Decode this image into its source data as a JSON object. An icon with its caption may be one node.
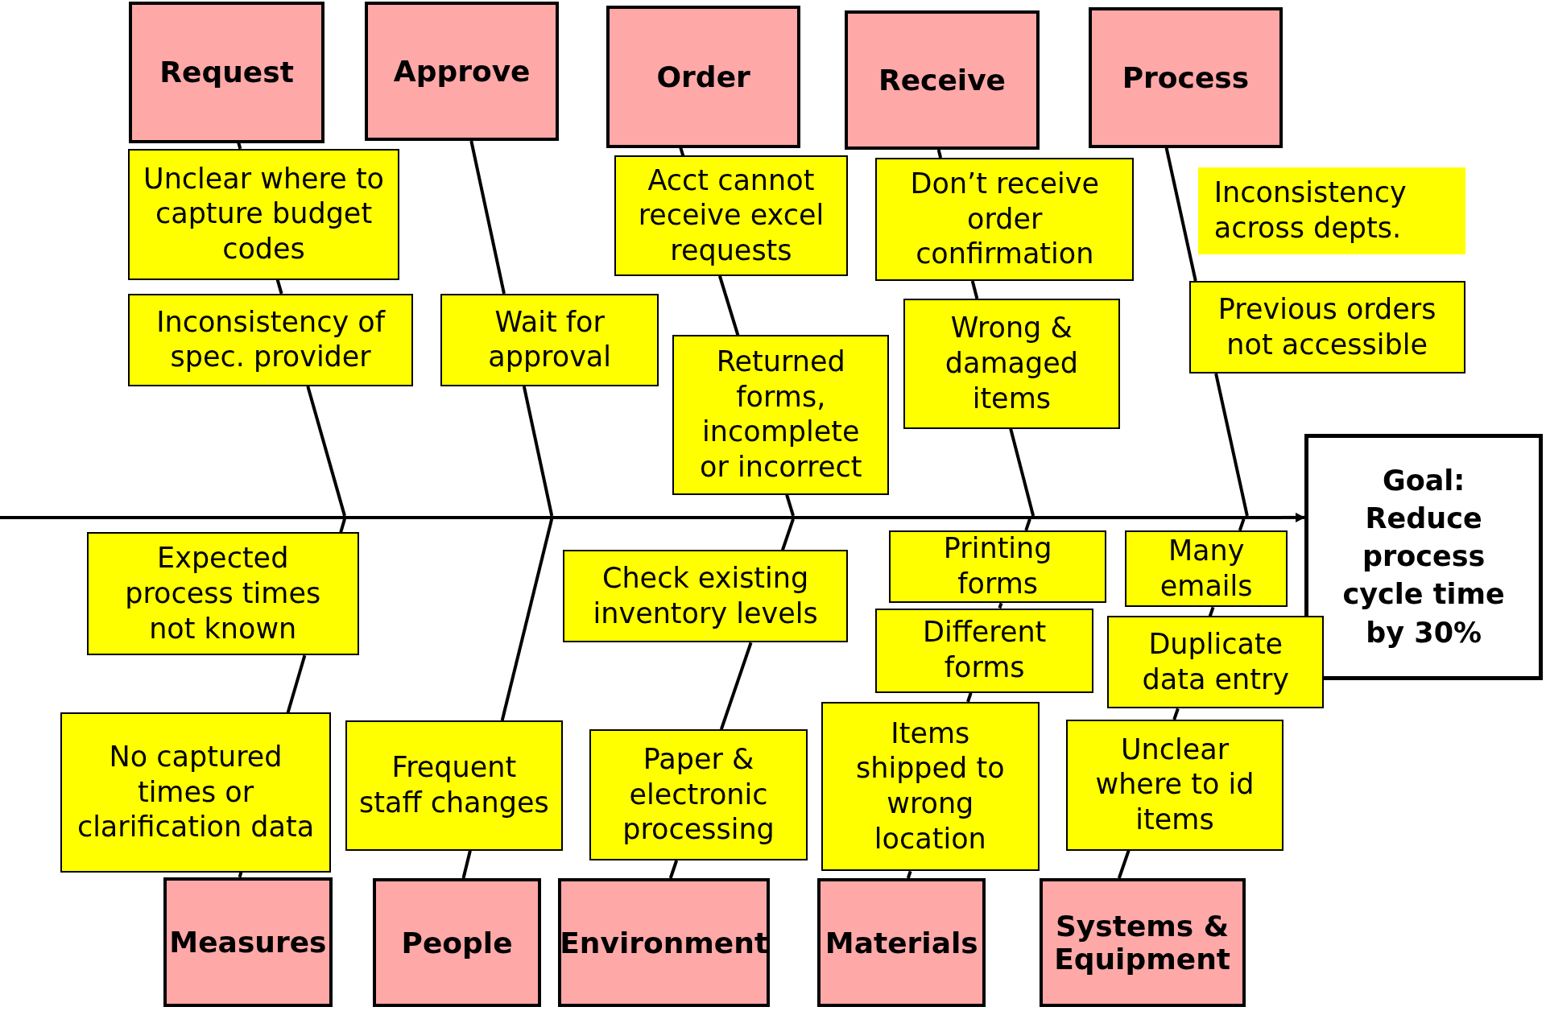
{
  "diagram": {
    "nodes": [
      {
        "text": [
          "Request"
        ]
      },
      {
        "text": [
          "Approve"
        ]
      },
      {
        "text": [
          "Order"
        ]
      },
      {
        "text": [
          "Receive"
        ]
      },
      {
        "text": [
          "Process"
        ]
      },
      {
        "text": [
          "Unclear where to capture budget codes"
        ]
      },
      {
        "text": [
          "Acct cannot receive excel requests"
        ]
      },
      {
        "text": [
          "Don’t receive order confirmation"
        ]
      },
      {
        "text": [
          "Inconsistency across depts."
        ]
      },
      {
        "text": [
          "Inconsistency of spec. provider"
        ]
      },
      {
        "text": [
          "Wait for approval"
        ]
      },
      {
        "text": [
          "Previous orders not accessible"
        ]
      },
      {
        "text": [
          "Wrong & damaged items"
        ]
      },
      {
        "text": [
          "Returned forms, incomplete or incorrect"
        ]
      },
      {
        "text": [
          "Goal: Reduce process cycle time by 30%"
        ]
      },
      {
        "text": [
          "Printing forms"
        ]
      },
      {
        "text": [
          "Many emails"
        ]
      },
      {
        "text": [
          "Expected process times not known"
        ]
      },
      {
        "text": [
          "Check existing inventory levels"
        ]
      },
      {
        "text": [
          "Different forms"
        ]
      },
      {
        "text": [
          "Duplicate data entry"
        ]
      },
      {
        "text": [
          "Items shipped to wrong location"
        ]
      },
      {
        "text": [
          "No captured times or clarification data"
        ]
      },
      {
        "text": [
          "Frequent staff changes"
        ]
      },
      {
        "text": [
          "Paper & electronic processing"
        ]
      },
      {
        "text": [
          "Unclear where to id items"
        ]
      },
      {
        "text": [
          "Measures"
        ]
      },
      {
        "text": [
          "People"
        ]
      },
      {
        "text": [
          "Environment"
        ]
      },
      {
        "text": [
          "Materials"
        ]
      },
      {
        "text": [
          "Systems & Equipment"
        ]
      },
      {
        "text": [],
        "shape": "bar"
      }
    ],
    "edges": [
      {
        "from": 31,
        "to": 14,
        "arrow": "to"
      },
      {
        "from": 0,
        "to": 5,
        "arrow": "none"
      },
      {
        "from": 5,
        "to": 9,
        "arrow": "none"
      },
      {
        "from": 9,
        "to": 31,
        "arrow": "none"
      },
      {
        "from": 1,
        "to": 10,
        "arrow": "none"
      },
      {
        "from": 10,
        "to": 31,
        "arrow": "none"
      },
      {
        "from": 2,
        "to": 6,
        "arrow": "none"
      },
      {
        "from": 6,
        "to": 13,
        "arrow": "none"
      },
      {
        "from": 13,
        "to": 31,
        "arrow": "none"
      },
      {
        "from": 3,
        "to": 7,
        "arrow": "none"
      },
      {
        "from": 7,
        "to": 12,
        "arrow": "none"
      },
      {
        "from": 12,
        "to": 31,
        "arrow": "none"
      },
      {
        "from": 4,
        "to": 11,
        "arrow": "none"
      },
      {
        "from": 11,
        "to": 31,
        "arrow": "none"
      },
      {
        "from": 26,
        "to": 22,
        "arrow": "none"
      },
      {
        "from": 22,
        "to": 17,
        "arrow": "none"
      },
      {
        "from": 17,
        "to": 31,
        "arrow": "none"
      },
      {
        "from": 27,
        "to": 23,
        "arrow": "none"
      },
      {
        "from": 23,
        "to": 31,
        "arrow": "none"
      },
      {
        "from": 28,
        "to": 24,
        "arrow": "none"
      },
      {
        "from": 24,
        "to": 18,
        "arrow": "none"
      },
      {
        "from": 18,
        "to": 31,
        "arrow": "none"
      },
      {
        "from": 29,
        "to": 21,
        "arrow": "none"
      },
      {
        "from": 21,
        "to": 19,
        "arrow": "none"
      },
      {
        "from": 19,
        "to": 15,
        "arrow": "none"
      },
      {
        "from": 15,
        "to": 31,
        "arrow": "none"
      },
      {
        "from": 30,
        "to": 25,
        "arrow": "none"
      },
      {
        "from": 25,
        "to": 20,
        "arrow": "none"
      },
      {
        "from": 20,
        "to": 16,
        "arrow": "none"
      },
      {
        "from": 16,
        "to": 31,
        "arrow": "none"
      }
    ]
  }
}
